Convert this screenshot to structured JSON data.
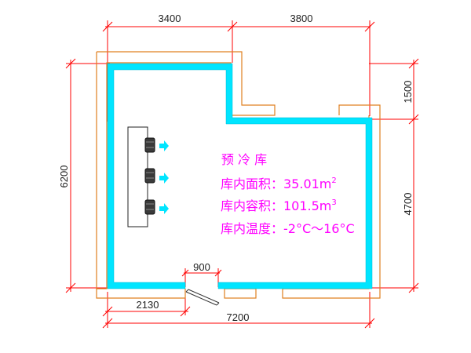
{
  "colors": {
    "wall": "#00e5ff",
    "dimension_line": "#ff0000",
    "outline": "#e08020",
    "label": "#ff00ff",
    "arrow": "#00e5ff",
    "unit": "#333333"
  },
  "dimensions": {
    "top_left": "3400",
    "top_right": "3800",
    "left_total": "6200",
    "right_top": "1500",
    "right_bottom": "4700",
    "door_width": "900",
    "door_offset": "2130",
    "bottom_total": "7200"
  },
  "room": {
    "name": "预 冷 库",
    "area_label": "库内面积：35.01m",
    "area_sup": "2",
    "volume_label": "库内容积：101.5m",
    "volume_sup": "3",
    "temp_label": "库内温度：-2°C～16°C"
  },
  "icons": {
    "evaporator": "evaporator-unit",
    "fan": "fan-icon",
    "airflow": "arrow-right-icon",
    "door": "door-swing-icon"
  }
}
